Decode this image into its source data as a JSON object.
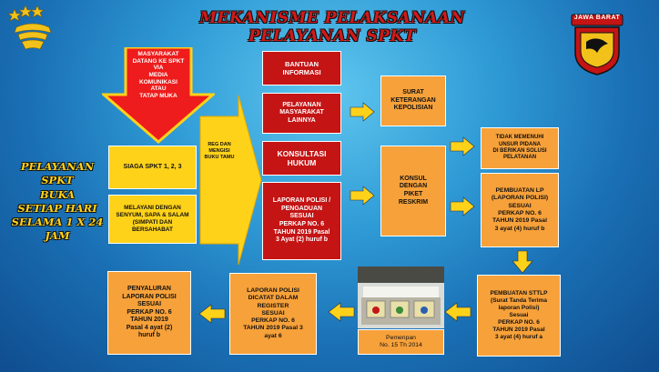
{
  "title": "MEKANISME PELAKSANAAN PELAYANAN SPKT",
  "logo_right_text": "JAWA BARAT",
  "colors": {
    "red": "#c41414",
    "orange": "#f7a13a",
    "yellow": "#ffd21a",
    "title_red": "#d21a1a"
  },
  "left_side_text": "PELAYANAN SPKT\nBUKA\nSETIAP HARI\nSELAMA 1 X 24 JAM",
  "down_arrow_text": "MASYARAKAT\nDATANG KE SPKT\nVIA\nMEDIA\nKOMUNIKASI\nATAU\nTATAP MUKA",
  "siaga_box": "SIAGA SPKT 1, 2, 3",
  "melayani_box": "MELAYANI DENGAN\nSENYUM, SAPA & SALAM\n(SIMPATI DAN\nBERSAHABAT",
  "big_arrow_text": "REG DAN\nMENGISI\nBUKU TAMU",
  "services": [
    "BANTUAN\nINFORMASI",
    "PELAYANAN\nMASYARAKAT\nLAINNYA",
    "KONSULTASI\nHUKUM",
    "LAPORAN POLISI /\nPENGADUAN\nSESUAI\nPERKAP NO. 6\nTAHUN 2019 Pasal\n3 Ayat (2) huruf b"
  ],
  "surat_box": "SURAT\nKETERANGAN\nKEPOLISIAN",
  "konsul_box": "KONSUL\nDENGAN\nPIKET\nRESKRIM",
  "tidak_box": "TIDAK  MEMENUHI\nUNSUR PIDANA\nDI BERIKAN  SOLUSI\nPELATANAN",
  "pembuatan_lp_box": "PEMBUATAN LP\n(LAPORAN POLISI)\nSESUAI\nPERKAP NO. 6\nTAHUN 2019 Pasal\n3 ayat (4) huruf b",
  "sttlp_box": "PEMBUATAN  STTLP\n(Surat Tanda Terima\nlaporan Polisi)\nSesuai\nPERKAP NO. 6\nTAHUN 2019 Pasal\n3 ayat (4) huruf a",
  "photo_caption": "Pemenpan\nNo. 15 Th 2014",
  "dicatat_box": "LAPORAN POLISI\nDICATAT DALAM\nREGISTER\nSESUAI\nPERKAP NO. 6\nTAHUN 2019 Pasal 3\nayat 6",
  "penyaluran_box": "PENYALURAN\nLAPORAN POLISI\nSESUAI\nPERKAP NO. 6\nTAHUN 2019\nPasal 4 ayat (2)\nhuruf b"
}
